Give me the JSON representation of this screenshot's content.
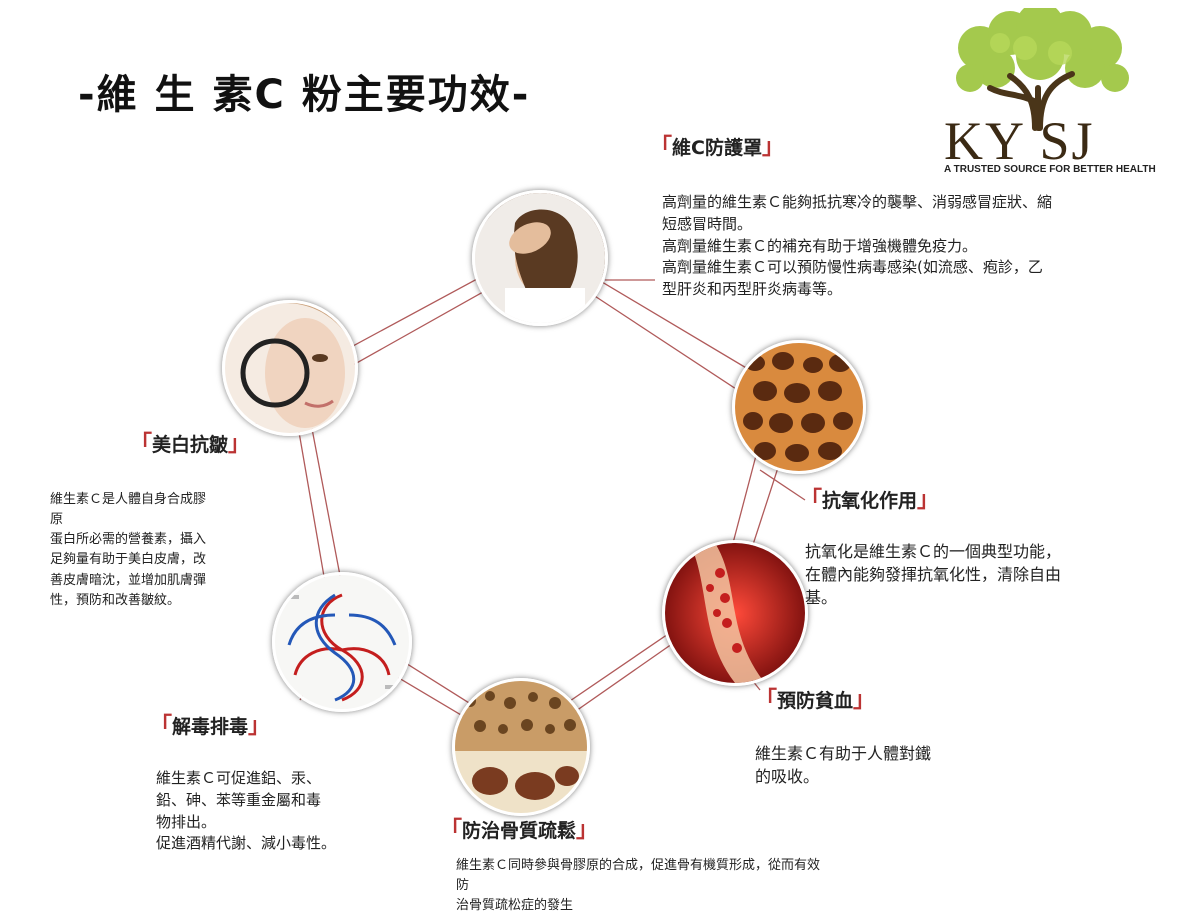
{
  "title": "-維 生 素C 粉主要功效-",
  "logo": {
    "letters": "KY SJ",
    "tagline": "A TRUSTED SOURCE FOR BETTER HEALTH"
  },
  "sections": {
    "immunity": {
      "title": "維C防護罩",
      "lines": [
        "高劑量的維生素Ｃ能夠抵抗寒冷的襲擊、消弱感冒症狀、縮",
        "短感冒時間。",
        "高劑量維生素Ｃ的補充有助于增強機體免疫力。",
        "高劑量維生素Ｃ可以預防慢性病毒感染(如流感、疱診，乙",
        "型肝炎和丙型肝炎病毒等。"
      ]
    },
    "antioxidant": {
      "title": "抗氧化作用",
      "lines": [
        "抗氧化是維生素Ｃ的一個典型功能，",
        "在體內能夠發揮抗氧化性，清除自由",
        "基。"
      ]
    },
    "anemia": {
      "title": "預防貧血",
      "lines": [
        "維生素Ｃ有助于人體對鐵",
        "的吸收。"
      ]
    },
    "bone": {
      "title": "防治骨質疏鬆",
      "lines": [
        "維生素Ｃ同時參與骨膠原的合成，促進骨有機質形成，從而有效",
        "防",
        "治骨質疏松症的發生"
      ]
    },
    "detox": {
      "title": "解毒排毒",
      "lines": [
        "維生素Ｃ可促進鋁、汞、",
        "鉛、砷、苯等重金屬和毒",
        "物排出。",
        "促進酒精代謝、減小毒性。"
      ]
    },
    "whitening": {
      "title": "美白抗皺",
      "lines": [
        "維生素Ｃ是人體自身合成膠",
        "原",
        "蛋白所必需的營養素，攝入",
        "足夠量有助于美白皮膚，改",
        "善皮膚暗沈，並增加肌膚彈",
        "性，預防和改善皺紋。"
      ]
    }
  },
  "colors": {
    "accent": "#b33333",
    "connector": "#b05a5a"
  }
}
